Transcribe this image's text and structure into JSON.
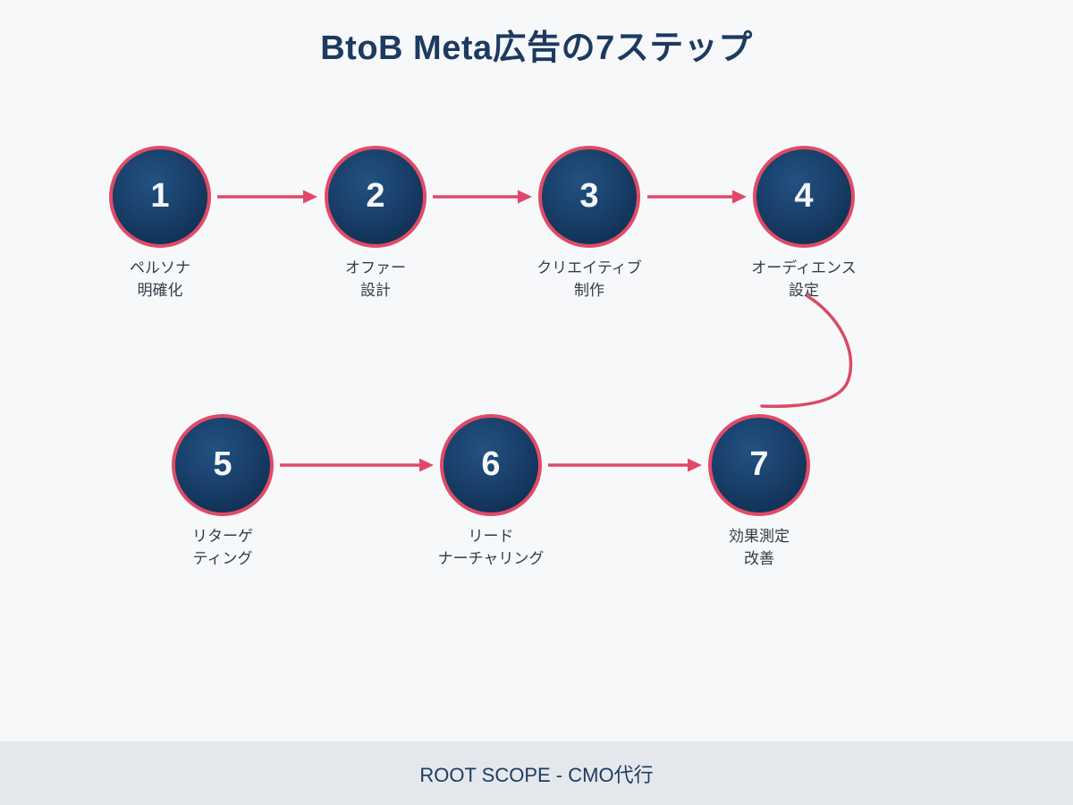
{
  "title": "BtoB Meta広告の7ステップ",
  "footer": {
    "text": "ROOT SCOPE - CMO代行"
  },
  "colors": {
    "background": "#f7f8fa",
    "footer_band": "#e4e7ec",
    "navy_text": "#1d3a5f",
    "label_text": "#353c47",
    "circle_fill_dark": "#0e2a4b",
    "circle_fill_light": "#225181",
    "circle_ring": "#e04b66",
    "arrow": "#e0486a",
    "curve": "#d84b64"
  },
  "steps": [
    {
      "number": "1",
      "label_line1": "ペルソナ",
      "label_line2": "明確化"
    },
    {
      "number": "2",
      "label_line1": "オファー",
      "label_line2": "設計"
    },
    {
      "number": "3",
      "label_line1": "クリエイティブ",
      "label_line2": "制作"
    },
    {
      "number": "4",
      "label_line1": "オーディエンス",
      "label_line2": "設定"
    },
    {
      "number": "5",
      "label_line1": "リターゲ",
      "label_line2": "ティング"
    },
    {
      "number": "6",
      "label_line1": "リード",
      "label_line2": "ナーチャリング"
    },
    {
      "number": "7",
      "label_line1": "効果測定",
      "label_line2": "改善"
    }
  ]
}
